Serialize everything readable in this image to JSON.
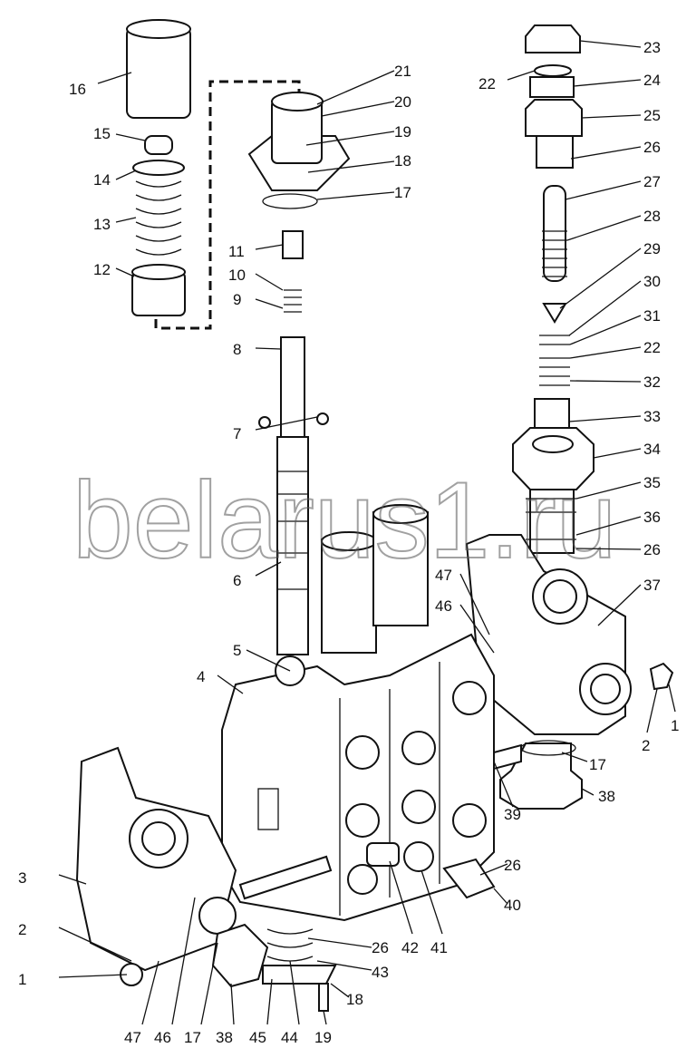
{
  "watermark": "belarus1.ru",
  "callouts": [
    "16",
    "15",
    "14",
    "13",
    "12",
    "21",
    "20",
    "19",
    "18",
    "17",
    "11",
    "10",
    "9",
    "8",
    "7",
    "6",
    "23",
    "22",
    "24",
    "25",
    "26",
    "27",
    "28",
    "29",
    "30",
    "31",
    "22",
    "32",
    "33",
    "34",
    "35",
    "36",
    "26",
    "37",
    "1",
    "2",
    "17",
    "38",
    "39",
    "26",
    "40",
    "47",
    "46",
    "5",
    "4",
    "3",
    "2",
    "1",
    "47",
    "46",
    "17",
    "38",
    "45",
    "44",
    "19",
    "18",
    "43",
    "26",
    "42",
    "41"
  ]
}
